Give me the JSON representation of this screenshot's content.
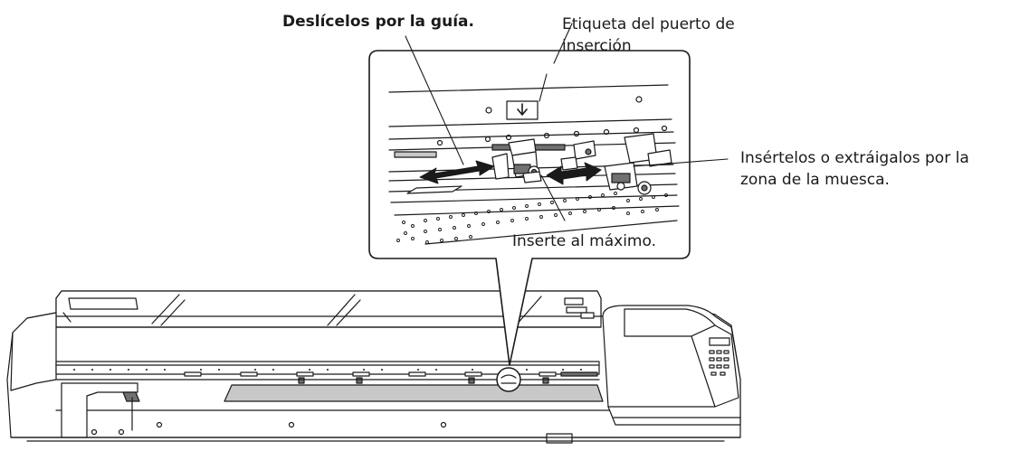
{
  "labels": {
    "slide_guide": "Deslícelos por la guía.",
    "insertion_label_line1": "Etiqueta del puerto de",
    "insertion_label_line2": "inserción",
    "notch_line1": "Insértelos o extráigalos por la",
    "notch_line2": "zona de la muesca.",
    "insert_max": "Inserte al máximo."
  },
  "icons": {
    "insertion_port_label": "arrow-down-icon"
  },
  "colors": {
    "line": "#1a1a1a",
    "fill": "#ffffff",
    "shade": "#c8c8c8",
    "dark_shade": "#707070"
  }
}
